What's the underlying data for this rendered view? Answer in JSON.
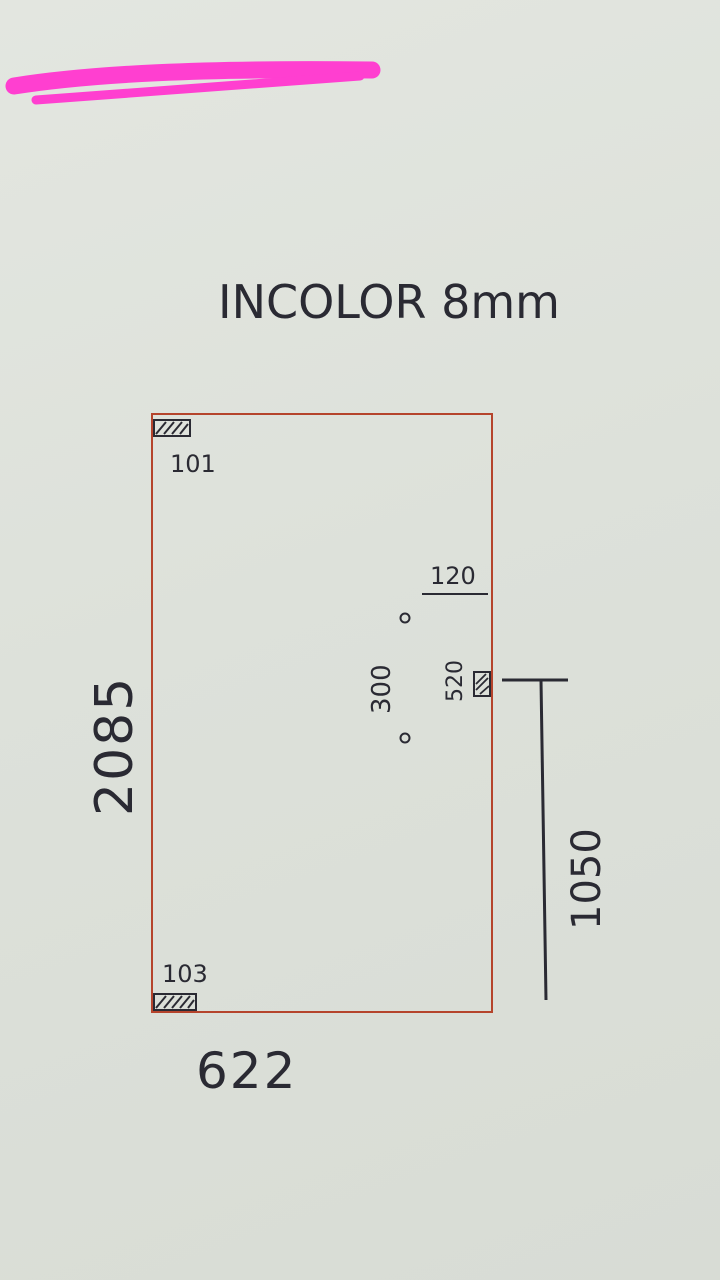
{
  "title": "INCOLOR 8mm",
  "redacted_header": "",
  "colors": {
    "paper": "#dfe3dc",
    "ink": "#2a2a33",
    "outline": "#b5442c",
    "redaction": "#ff3fd0"
  },
  "panel": {
    "height_label": "2085",
    "width_label": "622",
    "corner_top_label": "101",
    "corner_bottom_label": "103"
  },
  "fittings": {
    "top_offset_label": "120",
    "hole_spacing_label": "300",
    "handle_size_label": "520",
    "handle_height_label": "1050"
  }
}
